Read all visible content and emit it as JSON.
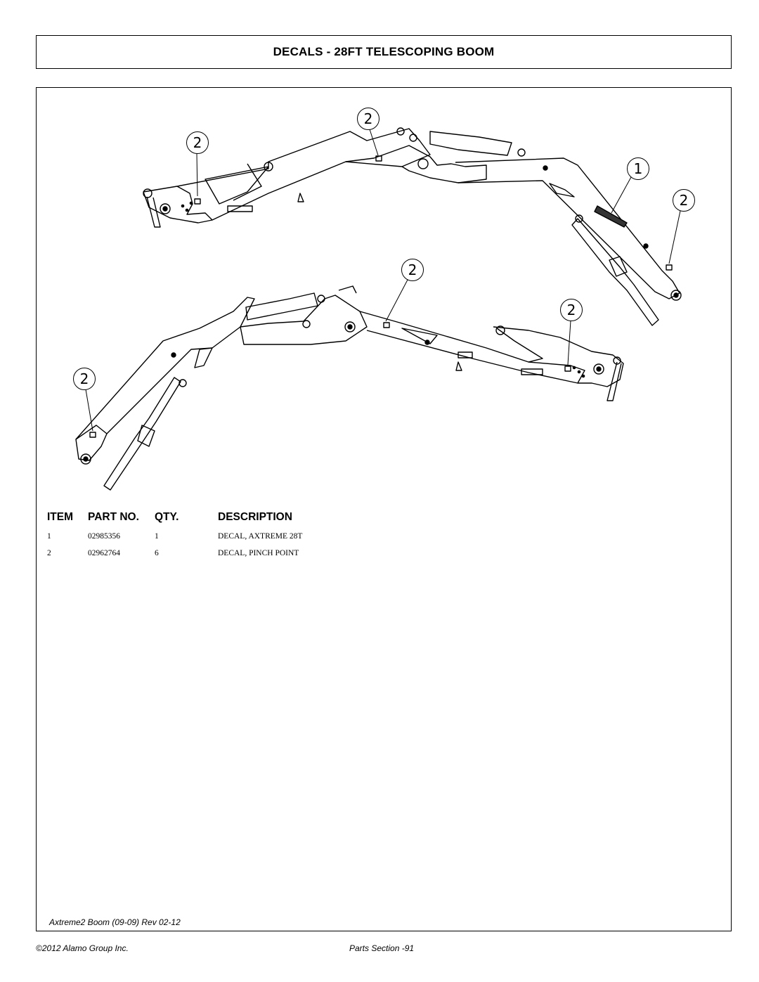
{
  "title": "DECALS - 28FT TELESCOPING BOOM",
  "table": {
    "headers": {
      "item": "ITEM",
      "part_no": "PART NO.",
      "qty": "QTY.",
      "description": "DESCRIPTION"
    },
    "rows": [
      {
        "item": "1",
        "part_no": "02985356",
        "qty": "1",
        "description": "DECAL, AXTREME 28T"
      },
      {
        "item": "2",
        "part_no": "02962764",
        "qty": "6",
        "description": "DECAL, PINCH POINT"
      }
    ]
  },
  "callouts": {
    "item1": "1",
    "item2": "2"
  },
  "footer": {
    "revision": "Axtreme2 Boom (09-09) Rev 02-12",
    "copyright": "©2012 Alamo Group Inc.",
    "page": "Parts Section -91"
  }
}
